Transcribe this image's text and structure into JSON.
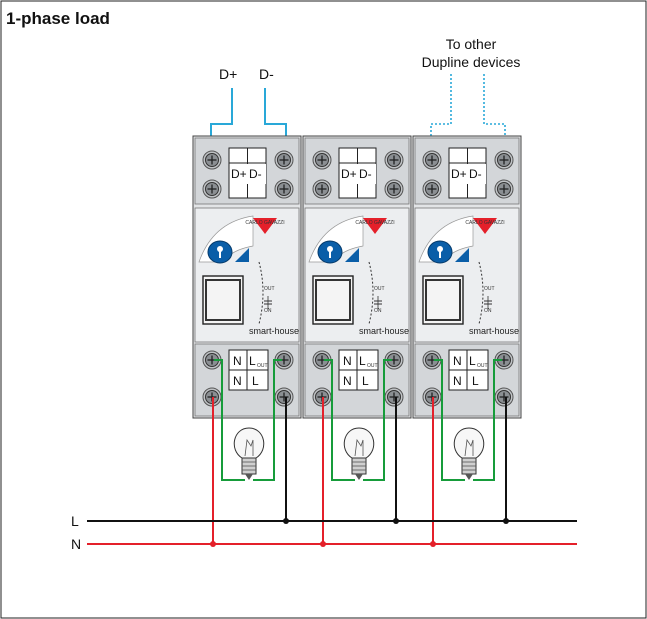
{
  "title": "1-phase load",
  "bus_labels": {
    "d_plus": "D+",
    "d_minus": "D-"
  },
  "note": {
    "line1": "To other",
    "line2": "Dupline devices"
  },
  "lines": {
    "l": "L",
    "n": "N"
  },
  "module": {
    "top_terminals": [
      "D+",
      "D-"
    ],
    "bottom_terminals": {
      "n_top": "N",
      "l_out": "L",
      "l_out_sub": "OUT",
      "n_bottom": "N",
      "l_bottom": "L"
    },
    "switch_out": "OUT",
    "switch_on": "ON",
    "brand": "CARLO GAVAZZI",
    "logo": "smart-house"
  },
  "modules_count": 3,
  "colors": {
    "live": "#e4202a",
    "neutral": "#111111",
    "load": "#169c3a",
    "dupline": "#29a8d8",
    "housing": "#e2e4e6",
    "housing_dark": "#b9bcbf"
  }
}
